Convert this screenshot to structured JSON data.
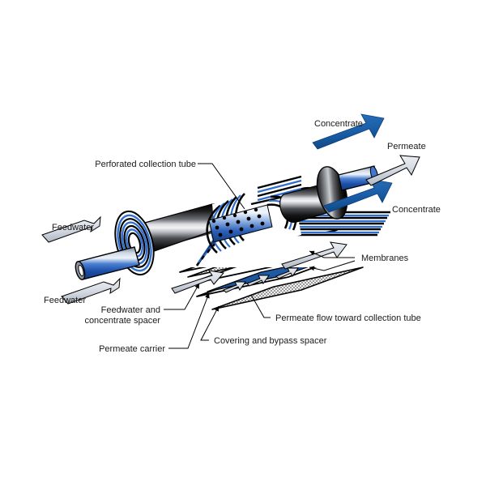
{
  "figure": {
    "title": "Spiral-wound reverse osmosis membrane element cutaway",
    "background_color": "#ffffff"
  },
  "colors": {
    "concentrate_arrow": "#1a5fa8",
    "permeate_arrow_fill": "#dfe3ea",
    "feedwater_arrow_fill": "#c8ced8",
    "permeate_carrier_sheet": "#1d5aa4",
    "membrane_sheet": "#ffffff",
    "spacer_mesh": "#e8e8e8",
    "casing_dark": "#111111",
    "casing_highlight": "#d8dade",
    "tube_blue": "#2f6fd0",
    "label_text": "#1a1a1a",
    "outline": "#000000"
  },
  "labels": {
    "perforated_collection_tube": "Perforated collection tube",
    "feedwater_upper": "Feedwater",
    "feedwater_lower": "Feedwater",
    "concentrate_upper": "Concentrate",
    "concentrate_lower": "Concentrate",
    "permeate": "Permeate",
    "membranes": "Membranes",
    "feedwater_and_concentrate_spacer_line1": "Feedwater and",
    "feedwater_and_concentrate_spacer_line2": "concentrate spacer",
    "permeate_carrier": "Permeate carrier",
    "covering_and_bypass_spacer": "Covering and bypass spacer",
    "permeate_flow": "Permeate flow toward collection tube"
  },
  "components": {
    "outer_casing": "fiberglass outer wrap",
    "spiral_winding": "spiral-wound membrane layers",
    "collection_tube": "perforated permeate collection tube",
    "exploded_stack": [
      "membrane",
      "feedwater and concentrate spacer",
      "membrane",
      "permeate carrier",
      "covering and bypass spacer"
    ]
  },
  "flow_arrows": {
    "feedwater_count": 2,
    "concentrate_count": 2,
    "permeate_count": 1,
    "permeate_flow_internal_count": 3
  }
}
